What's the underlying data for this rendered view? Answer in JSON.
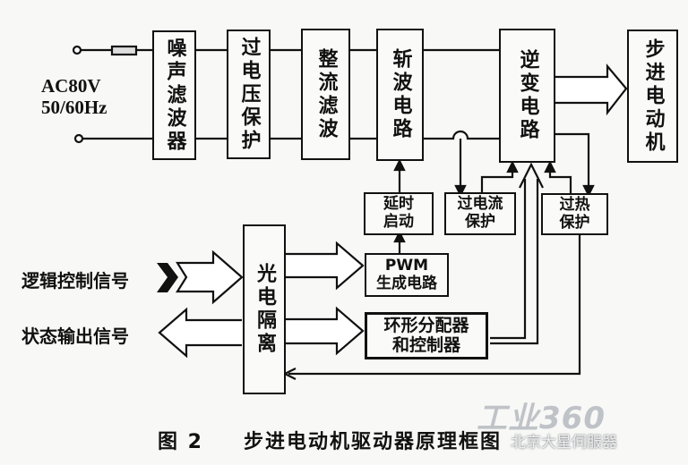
{
  "figure": {
    "number_label": "图  2",
    "title": "步进电动机驱动器原理框图"
  },
  "input": {
    "line1": "AC80V",
    "line2": "50/60Hz"
  },
  "blocks": {
    "noise_filter": "噪声滤波器",
    "overvoltage": "过电压保护",
    "rectifier": "整流滤波",
    "chopper": "斩波电路",
    "inverter": "逆变电路",
    "motor": "步进电动机",
    "delay_start": "延时\n启动",
    "overcurrent": "过电流\n保护",
    "overheat": "过热\n保护",
    "pwm": "PWM\n生成电路",
    "ring_distributor": "环形分配器\n和控制器",
    "opto_isolation": "光电隔离"
  },
  "signals": {
    "logic_control": "逻辑控制信号",
    "status_output": "状态输出信号"
  },
  "watermark": {
    "site": "工业360",
    "author": "北京大星伺服器"
  }
}
